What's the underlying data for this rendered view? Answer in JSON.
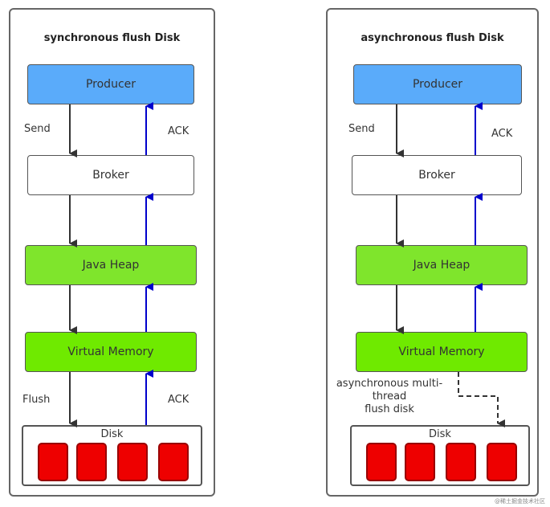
{
  "left_panel": {
    "title": "synchronous flush Disk",
    "producer": "Producer",
    "broker": "Broker",
    "java_heap": "Java Heap",
    "virtual_memory": "Virtual Memory",
    "disk": "Disk",
    "send_label": "Send",
    "ack_top_label": "ACK",
    "flush_label": "Flush",
    "ack_bottom_label": "ACK"
  },
  "right_panel": {
    "title": "asynchronous flush Disk",
    "producer": "Producer",
    "broker": "Broker",
    "java_heap": "Java Heap",
    "virtual_memory": "Virtual Memory",
    "disk": "Disk",
    "send_label": "Send",
    "ack_top_label": "ACK",
    "async_line1": "asynchronous multi-",
    "async_line2": "thread",
    "async_line3": "flush disk"
  },
  "watermark": "@稀土掘金技术社区",
  "colors": {
    "producer": "#5aabfa",
    "java_heap": "#7fe52c",
    "virtual_memory": "#6fea00",
    "disk_block": "#ee0000",
    "down_arrow": "#333333",
    "ack_arrow": "#0000cc"
  }
}
